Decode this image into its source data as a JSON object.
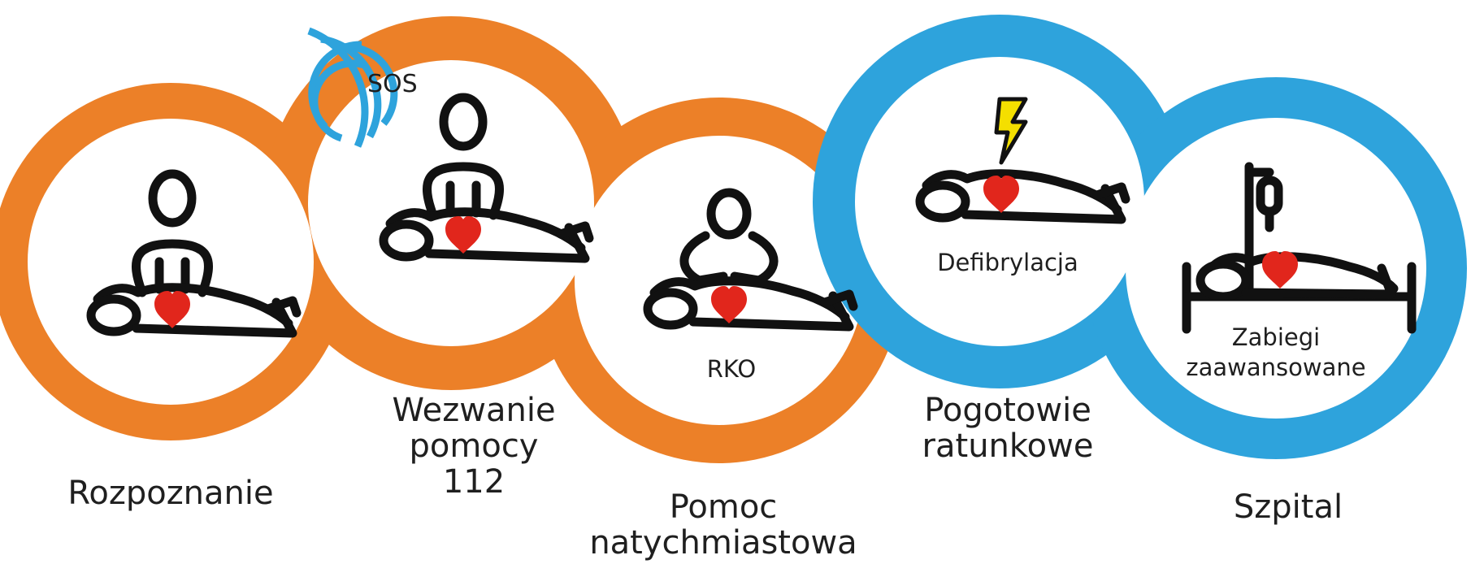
{
  "colors": {
    "orange": "#ec8028",
    "blue": "#2ea3dc",
    "heart": "#e1261c",
    "bolt": "#f4df00",
    "line": "#111111"
  },
  "links": [
    {
      "id": "recognition",
      "color": "orange",
      "caption_lines": [
        "Rozpoznanie"
      ],
      "inner_lines": []
    },
    {
      "id": "call",
      "color": "orange",
      "caption_lines": [
        "Wezwanie",
        "pomocy",
        "112"
      ],
      "inner_lines": [],
      "badge": "SOS"
    },
    {
      "id": "cpr",
      "color": "orange",
      "caption_lines": [
        "Pomoc",
        "natychmiastowa"
      ],
      "inner_lines": [
        "RKO"
      ]
    },
    {
      "id": "ems",
      "color": "blue",
      "caption_lines": [
        "Pogotowie",
        "ratunkowe"
      ],
      "inner_lines": [
        "Defibrylacja"
      ]
    },
    {
      "id": "hospital",
      "color": "blue",
      "caption_lines": [
        "Szpital"
      ],
      "inner_lines": [
        "Zabiegi",
        "zaawansowane"
      ]
    }
  ],
  "icons": {
    "radio_waves": "radio-waves-icon",
    "lightning": "lightning-bolt-icon",
    "iv_drip": "iv-drip-icon",
    "bed": "hospital-bed-icon",
    "heart": "heart-icon",
    "person": "person-icon"
  }
}
